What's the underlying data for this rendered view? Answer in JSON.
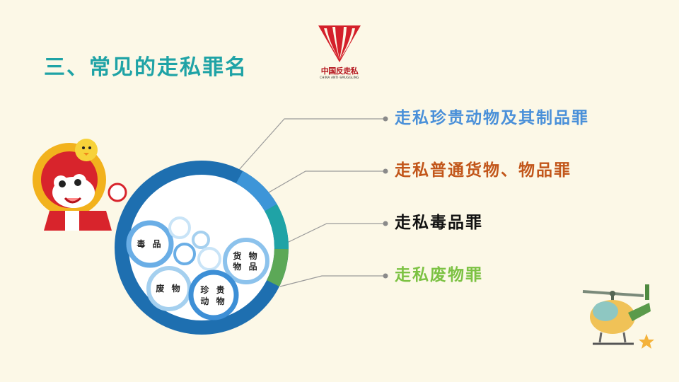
{
  "title": "三、常见的走私罪名",
  "logo": {
    "name_cn": "中国反走私",
    "name_en": "CHINA ANTI-SMUGGLING"
  },
  "items": [
    {
      "label": "走私珍贵动物及其制品罪",
      "color": "#4a90d9"
    },
    {
      "label": "走私普通货物、物品罪",
      "color": "#c2561a"
    },
    {
      "label": "走私毒品罪",
      "color": "#111111"
    },
    {
      "label": "走私废物罪",
      "color": "#7cc243"
    }
  ],
  "bubbles": {
    "drugs": "毒 品",
    "waste": "废 物",
    "animals_1": "珍 贵",
    "animals_2": "动 物",
    "goods_1": "货 物",
    "goods_2": "物 品"
  },
  "ring_colors": [
    "#1e6fb0",
    "#3d95d8",
    "#1fa3a6",
    "#5ca857"
  ]
}
